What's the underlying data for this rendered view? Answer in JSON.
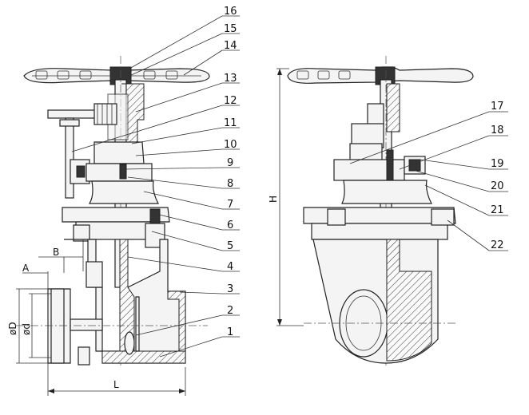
{
  "callouts": {
    "n1": "1",
    "n2": "2",
    "n3": "3",
    "n4": "4",
    "n5": "5",
    "n6": "6",
    "n7": "7",
    "n8": "8",
    "n9": "9",
    "n10": "10",
    "n11": "11",
    "n12": "12",
    "n13": "13",
    "n14": "14",
    "n15": "15",
    "n16": "16",
    "n17": "17",
    "n18": "18",
    "n19": "19",
    "n20": "20",
    "n21": "21",
    "n22": "22"
  },
  "dimensions": {
    "A": "A",
    "B": "B",
    "L": "L",
    "H": "H",
    "D": "øD",
    "d": "ød"
  }
}
